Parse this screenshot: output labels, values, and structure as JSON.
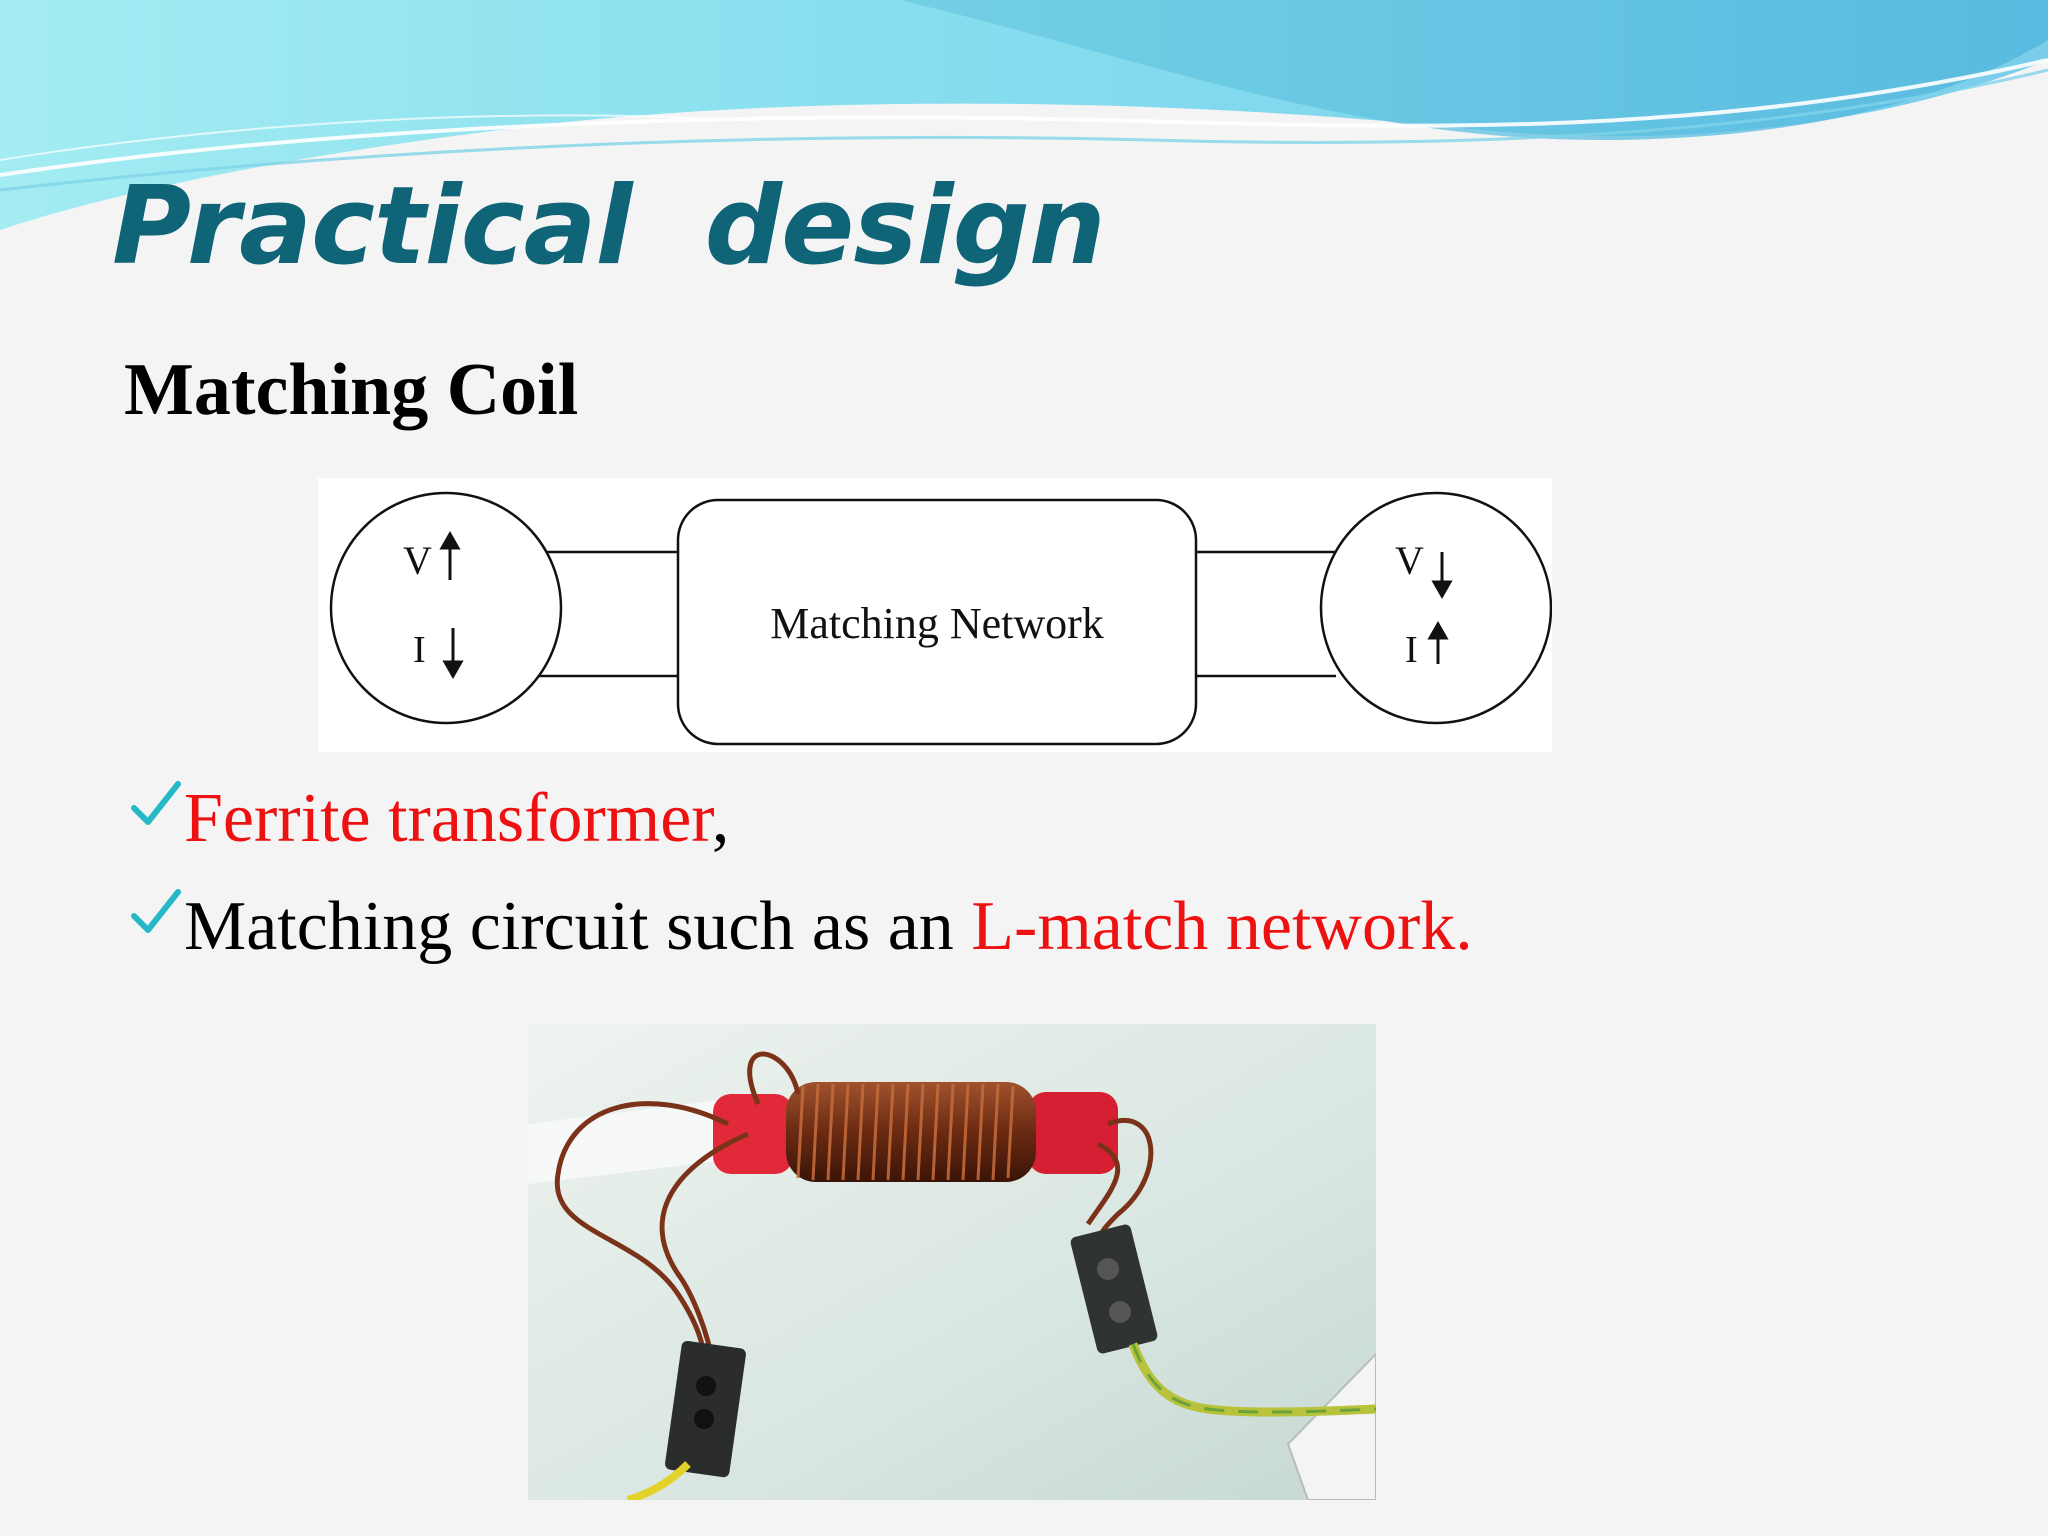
{
  "slide": {
    "title": "Practical  design",
    "subtitle": "Matching Coil"
  },
  "diagram": {
    "left_node": {
      "v_label": "V",
      "i_label": "I"
    },
    "center_label": "Matching Network",
    "right_node": {
      "v_label": "V",
      "i_label": "I"
    }
  },
  "bullets": [
    {
      "parts": [
        {
          "text": "Ferrite transformer",
          "color": "#ee1111"
        },
        {
          "text": ",",
          "color": "#000000"
        }
      ]
    },
    {
      "parts": [
        {
          "text": "Matching circuit such as an ",
          "color": "#000000"
        },
        {
          "text": "L-match network.",
          "color": "#ee1111"
        }
      ]
    }
  ],
  "colors": {
    "title": "#0f6478",
    "check_mark": "#27b8c8",
    "highlight_red": "#ee1111",
    "wave_light": "#8fe3ee",
    "wave_dark": "#5cc4e4"
  },
  "icons": {
    "bullet": "check-icon",
    "photo": "coil-photo"
  }
}
